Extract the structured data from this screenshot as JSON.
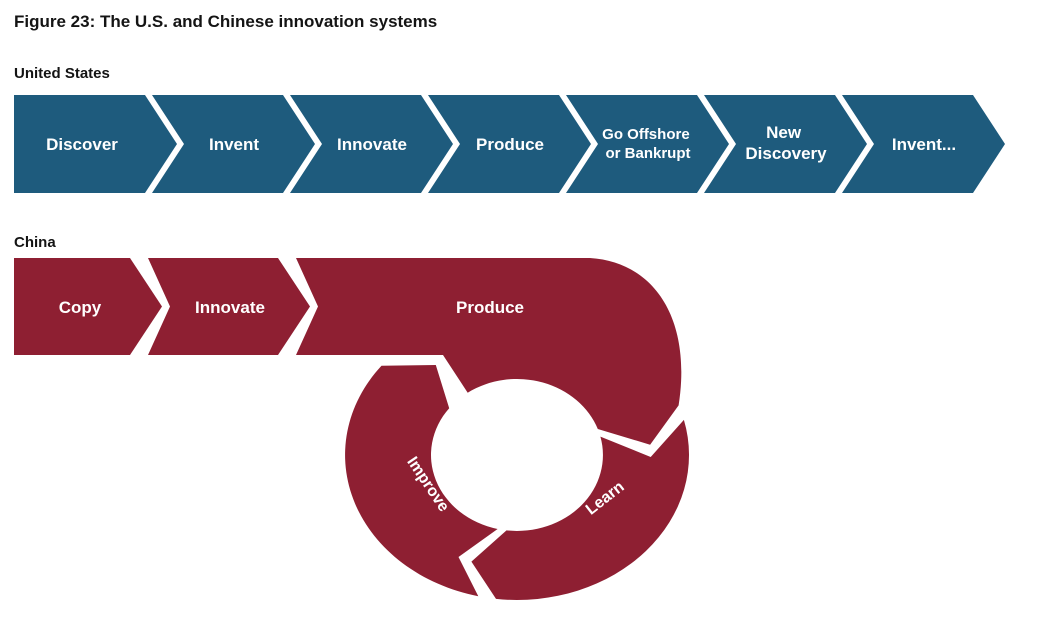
{
  "figure": {
    "title": "Figure 23: The U.S. and Chinese innovation systems"
  },
  "colors": {
    "background": "#ffffff",
    "us_arrow": "#1e5b7d",
    "china_arrow": "#8e1f32",
    "heading_text": "#141414",
    "arrow_label_text": "#ffffff"
  },
  "us": {
    "section_label": "United States",
    "steps": [
      {
        "label": "Discover"
      },
      {
        "label": "Invent"
      },
      {
        "label": "Innovate"
      },
      {
        "label": "Produce"
      },
      {
        "label": "Go Offshore or Bankrupt",
        "line1": "Go Offshore",
        "line2": "or Bankrupt"
      },
      {
        "label": "New Discovery",
        "line1": "New",
        "line2": "Discovery"
      },
      {
        "label": "Invent..."
      }
    ]
  },
  "china": {
    "section_label": "China",
    "steps": [
      {
        "label": "Copy"
      },
      {
        "label": "Innovate"
      },
      {
        "label": "Produce"
      },
      {
        "label": "Learn"
      },
      {
        "label": "Improve"
      }
    ]
  }
}
